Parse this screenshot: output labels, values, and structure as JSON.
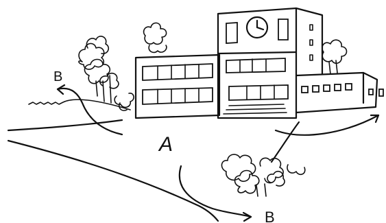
{
  "labels": {
    "area_a": "A",
    "route_b_left": "B",
    "route_b_bottom": "B"
  },
  "clock": {
    "present": true
  }
}
